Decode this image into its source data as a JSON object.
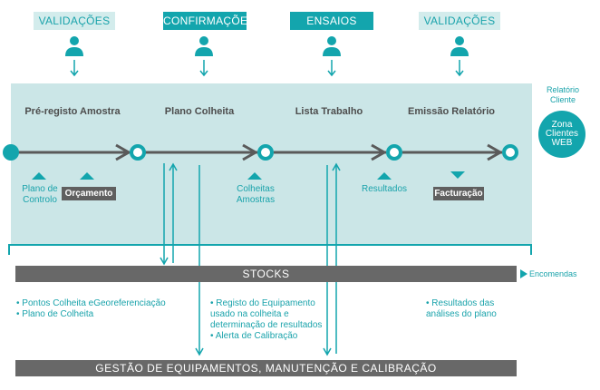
{
  "roles": [
    {
      "label": "VALIDAÇÕES"
    },
    {
      "label": "CONFIRMAÇÕES"
    },
    {
      "label": "ENSAIOS"
    },
    {
      "label": "VALIDAÇÕES"
    }
  ],
  "stages": [
    {
      "label": "Pré-registo Amostra"
    },
    {
      "label": "Plano Colheita"
    },
    {
      "label": "Lista Trabalho"
    },
    {
      "label": "Emissão Relatório"
    }
  ],
  "sub": {
    "plano_controlo": "Plano de Controlo",
    "orcamento": "Orçamento",
    "colheitas_amostras": "Colheitas Amostras",
    "resultados": "Resultados",
    "facturacao": "Facturação"
  },
  "side": {
    "relatorio_cliente": "Relatório Cliente",
    "zona_clientes_web": "Zona Clientes WEB",
    "encomendas": "Encomendas"
  },
  "bars": {
    "stocks": "STOCKS",
    "gestao": "GESTÃO DE EQUIPAMENTOS, MANUTENÇÃO E CALIBRAÇÃO"
  },
  "bullets": {
    "col1": [
      "Pontos Colheita eGeoreferenciação",
      "Plano de Colheita"
    ],
    "col2": [
      "Registo do Equipamento usado na colheita e determinação de resultados",
      "Alerta de Calibração"
    ],
    "col3": [
      "Resultados das análises do plano"
    ]
  },
  "colors": {
    "teal": "#13a5ad",
    "teal_light": "#d3ecec",
    "panel": "#cbe6e7",
    "gray_bar": "#686868",
    "gray_line": "#5a5a5a"
  },
  "icons": [
    "person-icon",
    "arrow-down-icon",
    "triangle-up-icon",
    "triangle-down-icon",
    "arrow-right-icon"
  ]
}
